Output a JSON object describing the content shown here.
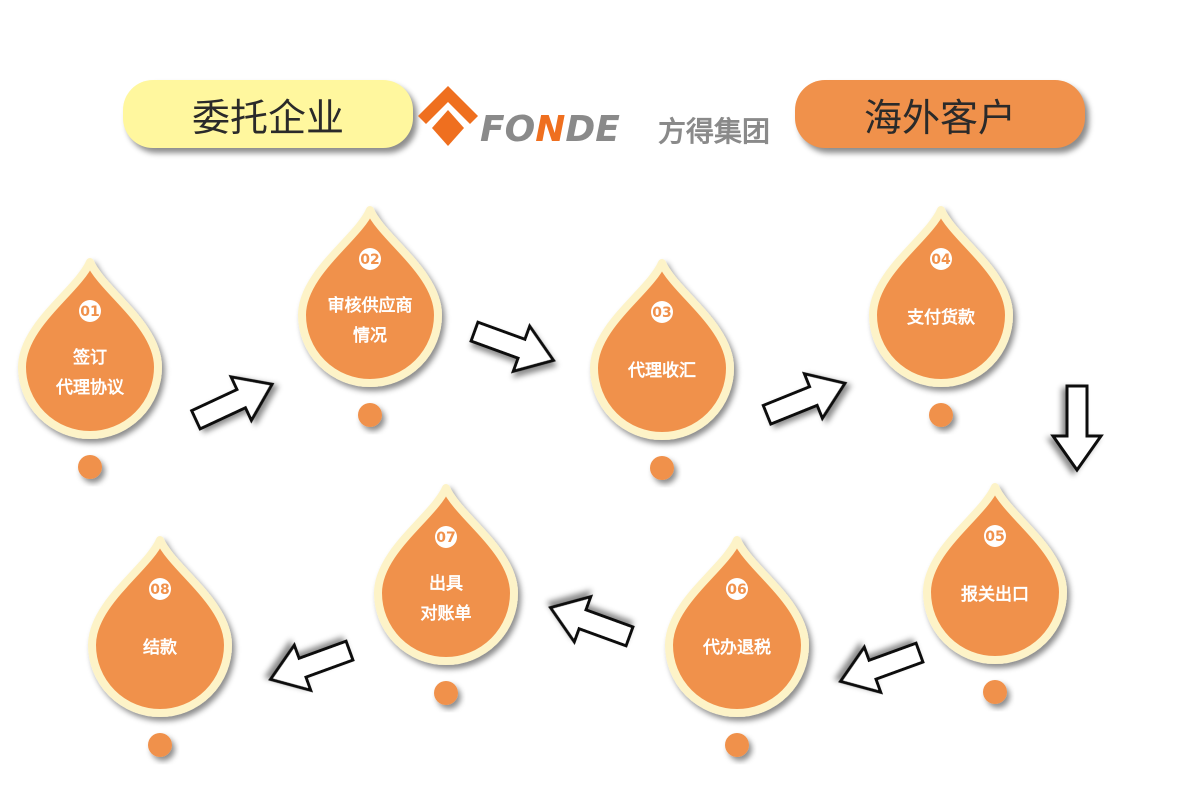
{
  "header": {
    "left_label": "委托企业",
    "right_label": "海外客户",
    "logo_text": "FONDE",
    "logo_cn": "方得集团"
  },
  "colors": {
    "orange": "#f0914b",
    "cream": "#fdf3c8",
    "yellow": "#fff79e",
    "logo_orange": "#ef6f1f",
    "logo_gray": "#8a8a8a"
  },
  "steps": [
    {
      "num": "01",
      "lines": [
        "签订",
        "代理协议"
      ]
    },
    {
      "num": "02",
      "lines": [
        "审核供应商",
        "情况"
      ]
    },
    {
      "num": "03",
      "lines": [
        "代理收汇"
      ]
    },
    {
      "num": "04",
      "lines": [
        "支付货款"
      ]
    },
    {
      "num": "05",
      "lines": [
        "报关出口"
      ]
    },
    {
      "num": "06",
      "lines": [
        "代办退税"
      ]
    },
    {
      "num": "07",
      "lines": [
        "出具",
        "对账单"
      ]
    },
    {
      "num": "08",
      "lines": [
        "结款"
      ]
    }
  ]
}
